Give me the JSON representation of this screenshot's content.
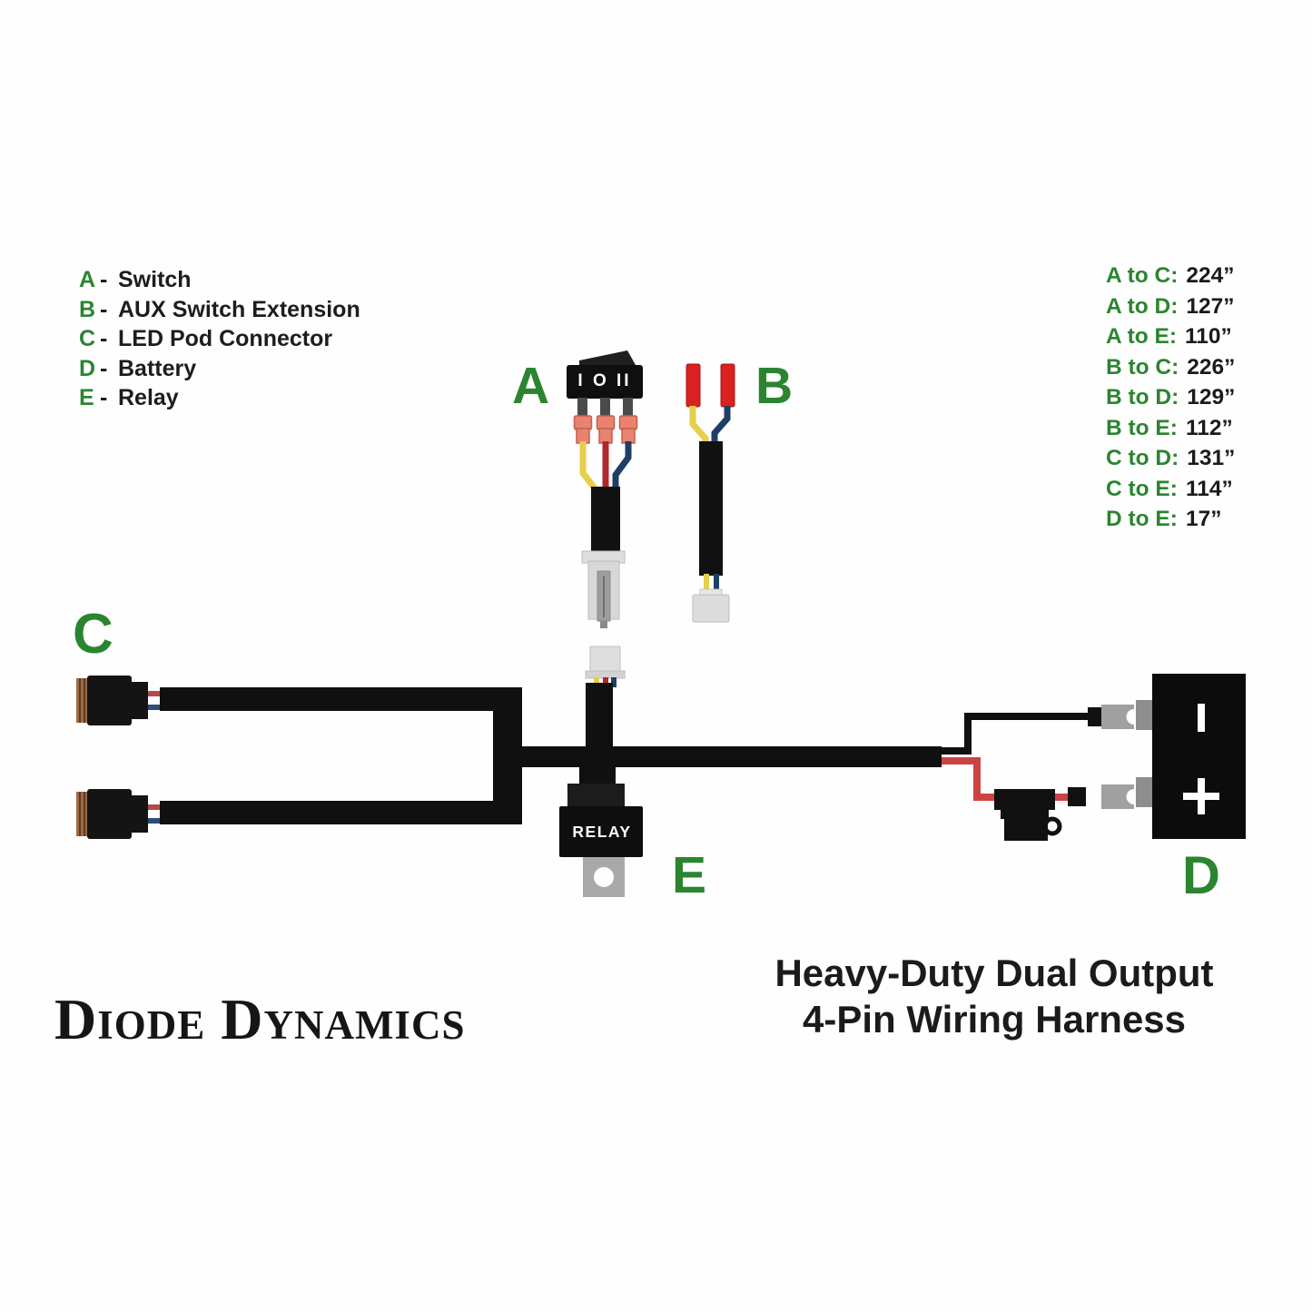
{
  "colors": {
    "green": "#2b8530",
    "harness_black": "#101010",
    "wire_yellow": "#e6cf4a",
    "wire_red_dark": "#b0282c",
    "wire_red_bright": "#cc4343",
    "wire_blue": "#1e3f63",
    "crimp_salmon": "#e9836f",
    "terminal_red": "#d92121",
    "connector_gray": "#d8d8d8",
    "metal_gray": "#9b9b9b",
    "copper": "#9c6a45"
  },
  "legend": {
    "separator": "-",
    "items": [
      {
        "letter": "A",
        "label": "Switch"
      },
      {
        "letter": "B",
        "label": "AUX Switch Extension"
      },
      {
        "letter": "C",
        "label": "LED Pod Connector"
      },
      {
        "letter": "D",
        "label": "Battery"
      },
      {
        "letter": "E",
        "label": "Relay"
      }
    ]
  },
  "measurements": {
    "items": [
      {
        "pair": "A to C:",
        "value": "224”"
      },
      {
        "pair": "A to D:",
        "value": "127”"
      },
      {
        "pair": "A to E:",
        "value": "110”"
      },
      {
        "pair": "B to C:",
        "value": "226”"
      },
      {
        "pair": "B to D:",
        "value": "129”"
      },
      {
        "pair": "B to E:",
        "value": "112”"
      },
      {
        "pair": "C to D:",
        "value": "131”"
      },
      {
        "pair": "C to E:",
        "value": "114”"
      },
      {
        "pair": "D to E:",
        "value": "17”"
      }
    ]
  },
  "diagram": {
    "labels": {
      "switch": "A",
      "aux": "B",
      "pod": "C",
      "battery": "D",
      "relay": "E"
    },
    "switch_markings": "I O II",
    "relay_text": "RELAY",
    "battery": {
      "minus_symbol": "|",
      "plus_symbol": "+"
    }
  },
  "footer": {
    "logo": "Diode Dynamics",
    "title_line1": "Heavy-Duty Dual Output",
    "title_line2": "4-Pin Wiring Harness"
  }
}
